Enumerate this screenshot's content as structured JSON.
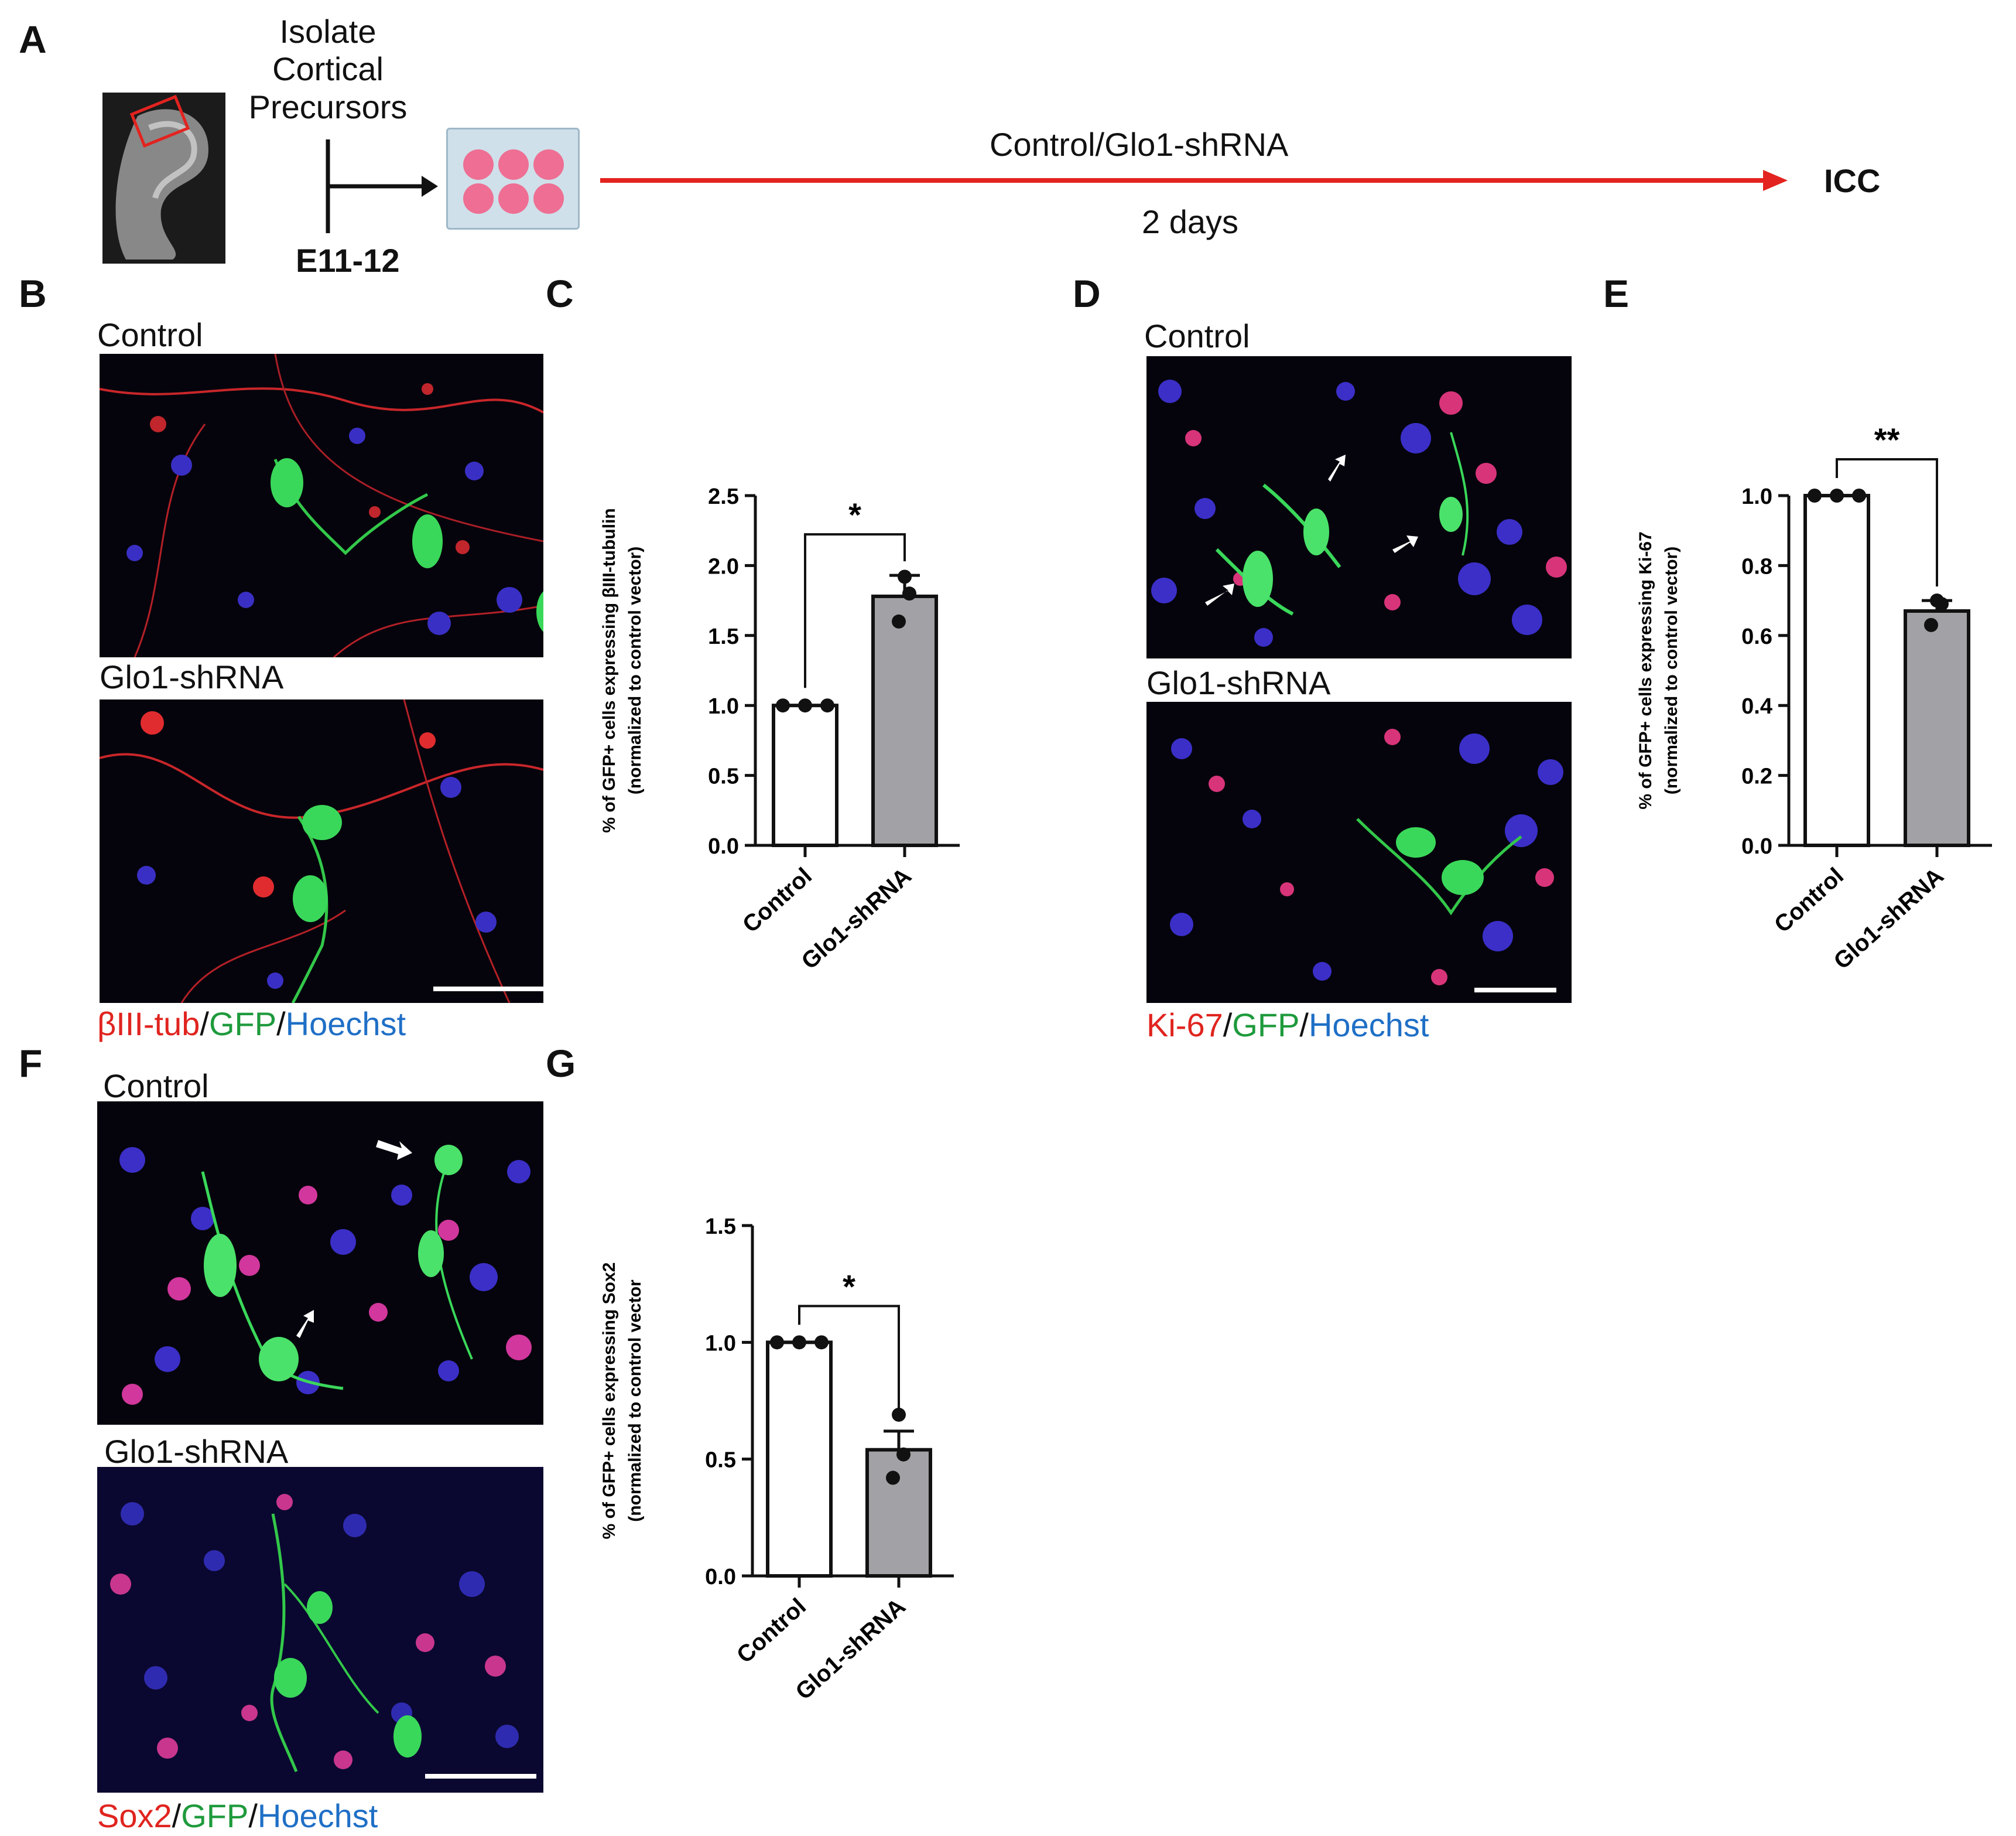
{
  "panels": {
    "A": {
      "letter": "A",
      "isolate_lines": [
        "Isolate",
        "Cortical",
        "Precursors"
      ],
      "stage": "E11-12",
      "treatment": "Control/Glo1-shRNA",
      "duration": "2 days",
      "endpoint": "ICC"
    },
    "B": {
      "letter": "B",
      "top_label": "Control",
      "bottom_label": "Glo1-shRNA",
      "stain": {
        "marker": "βIII-tub",
        "sep1": "/",
        "gfp": "GFP",
        "sep2": "/",
        "nuclear": "Hoechst"
      }
    },
    "C": {
      "letter": "C"
    },
    "D": {
      "letter": "D",
      "top_label": "Control",
      "bottom_label": "Glo1-shRNA",
      "stain": {
        "marker": "Ki-67",
        "sep1": "/",
        "gfp": "GFP",
        "sep2": "/",
        "nuclear": "Hoechst"
      }
    },
    "E": {
      "letter": "E"
    },
    "F": {
      "letter": "F",
      "top_label": "Control",
      "bottom_label": "Glo1-shRNA",
      "stain": {
        "marker": "Sox2",
        "sep1": "/",
        "gfp": "GFP",
        "sep2": "/",
        "nuclear": "Hoechst"
      }
    },
    "G": {
      "letter": "G"
    }
  },
  "chart_data": [
    {
      "id": "C",
      "type": "bar",
      "categories": [
        "Control",
        "Glo1-shRNA"
      ],
      "values": [
        1.0,
        1.78
      ],
      "sem": [
        0.0,
        0.15
      ],
      "points": [
        [
          1.0,
          1.0,
          1.0
        ],
        [
          1.92,
          1.8,
          1.6
        ]
      ],
      "ylabel_lines": [
        "% of GFP+ cells expressing βIII-tubulin",
        "(normalized to control vector)"
      ],
      "ylim": [
        0,
        2.5
      ],
      "yticks": [
        "0.0",
        "0.5",
        "1.0",
        "1.5",
        "2.0",
        "2.5"
      ],
      "significance": "*",
      "bar_colors": [
        "#ffffff",
        "#a2a2a6"
      ]
    },
    {
      "id": "E",
      "type": "bar",
      "categories": [
        "Control",
        "Glo1-shRNA"
      ],
      "values": [
        1.0,
        0.67
      ],
      "sem": [
        0.0,
        0.03
      ],
      "points": [
        [
          1.0,
          1.0,
          1.0
        ],
        [
          0.7,
          0.69,
          0.63
        ]
      ],
      "ylabel_lines": [
        "% of GFP+ cells expressing Ki-67",
        "(normalized to control vector)"
      ],
      "ylim": [
        0,
        1.0
      ],
      "yticks": [
        "0.0",
        "0.2",
        "0.4",
        "0.6",
        "0.8",
        "1.0"
      ],
      "significance": "**",
      "bar_colors": [
        "#ffffff",
        "#a2a2a6"
      ]
    },
    {
      "id": "G",
      "type": "bar",
      "categories": [
        "Control",
        "Glo1-shRNA"
      ],
      "values": [
        1.0,
        0.54
      ],
      "sem": [
        0.0,
        0.08
      ],
      "points": [
        [
          1.0,
          1.0,
          1.0
        ],
        [
          0.69,
          0.52,
          0.42
        ]
      ],
      "ylabel_lines": [
        "% of GFP+ cells expressing Sox2",
        "(normalized to control vector"
      ],
      "ylim": [
        0,
        1.5
      ],
      "yticks": [
        "0.0",
        "0.5",
        "1.0",
        "1.5"
      ],
      "significance": "*",
      "bar_colors": [
        "#ffffff",
        "#a2a2a6"
      ]
    }
  ]
}
